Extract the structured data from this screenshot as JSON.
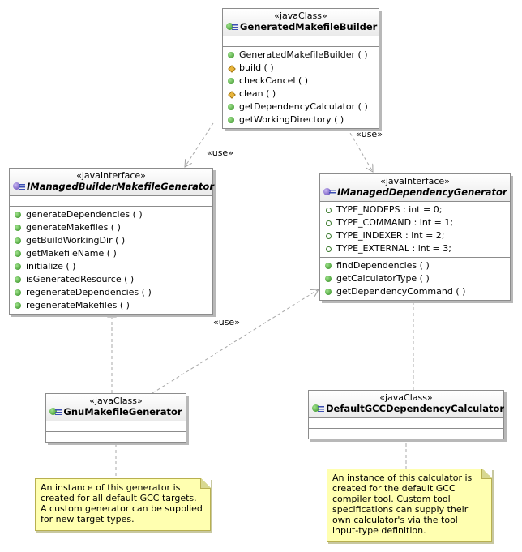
{
  "classes": {
    "builder": {
      "stereotype": "«javaClass»",
      "name": "GeneratedMakefileBuilder",
      "operations": [
        {
          "vis": "public",
          "text": "GeneratedMakefileBuilder ( )"
        },
        {
          "vis": "protected",
          "text": "build ( )"
        },
        {
          "vis": "public",
          "text": "checkCancel ( )"
        },
        {
          "vis": "protected",
          "text": "clean ( )"
        },
        {
          "vis": "public",
          "text": "getDependencyCalculator ( )"
        },
        {
          "vis": "public",
          "text": "getWorkingDirectory ( )"
        }
      ]
    },
    "makefile_generator": {
      "stereotype": "«javaInterface»",
      "name": "IManagedBuilderMakefileGenerator",
      "operations": [
        {
          "vis": "public",
          "text": "generateDependencies ( )"
        },
        {
          "vis": "public",
          "text": "generateMakefiles ( )"
        },
        {
          "vis": "public",
          "text": "getBuildWorkingDir ( )"
        },
        {
          "vis": "public",
          "text": "getMakefileName ( )"
        },
        {
          "vis": "public",
          "text": "initialize ( )"
        },
        {
          "vis": "public",
          "text": "isGeneratedResource ( )"
        },
        {
          "vis": "public",
          "text": "regenerateDependencies ( )"
        },
        {
          "vis": "public",
          "text": "regenerateMakefiles ( )"
        }
      ]
    },
    "dependency_generator": {
      "stereotype": "«javaInterface»",
      "name": "IManagedDependencyGenerator",
      "fields": [
        {
          "vis": "field",
          "text": "TYPE_NODEPS : int = 0;"
        },
        {
          "vis": "field",
          "text": "TYPE_COMMAND : int = 1;"
        },
        {
          "vis": "field",
          "text": "TYPE_INDEXER : int = 2;"
        },
        {
          "vis": "field",
          "text": "TYPE_EXTERNAL : int = 3;"
        }
      ],
      "operations": [
        {
          "vis": "public",
          "text": "findDependencies ( )"
        },
        {
          "vis": "public",
          "text": "getCalculatorType ( )"
        },
        {
          "vis": "public",
          "text": "getDependencyCommand ( )"
        }
      ]
    },
    "gnu_generator": {
      "stereotype": "«javaClass»",
      "name": "GnuMakefileGenerator"
    },
    "default_calculator": {
      "stereotype": "«javaClass»",
      "name": "DefaultGCCDependencyCalculator"
    }
  },
  "edge_labels": {
    "use_left": "«use»",
    "use_right": "«use»",
    "use_mid": "«use»"
  },
  "notes": {
    "gnu_note": "An instance of this generator is created for all default GCC targets. A custom generator can be supplied for new target types.",
    "calc_note": "An instance of this calculator  is created for the default GCC compiler tool. Custom tool specifications can supply their own calculator's via the tool input-type definition."
  }
}
